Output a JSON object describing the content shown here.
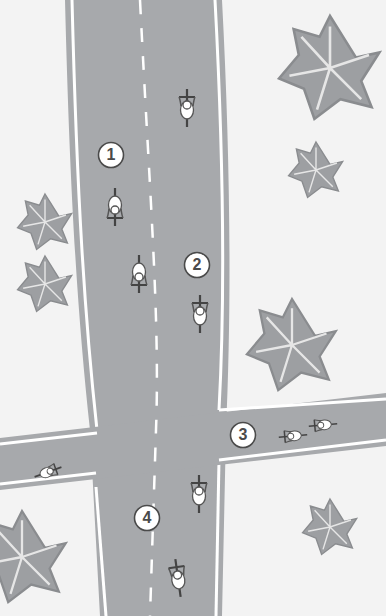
{
  "diagram": {
    "nodes": [
      {
        "text": [
          "1"
        ]
      },
      {
        "text": [
          "2"
        ]
      },
      {
        "text": [
          "3"
        ]
      },
      {
        "text": [
          "4"
        ]
      }
    ]
  }
}
